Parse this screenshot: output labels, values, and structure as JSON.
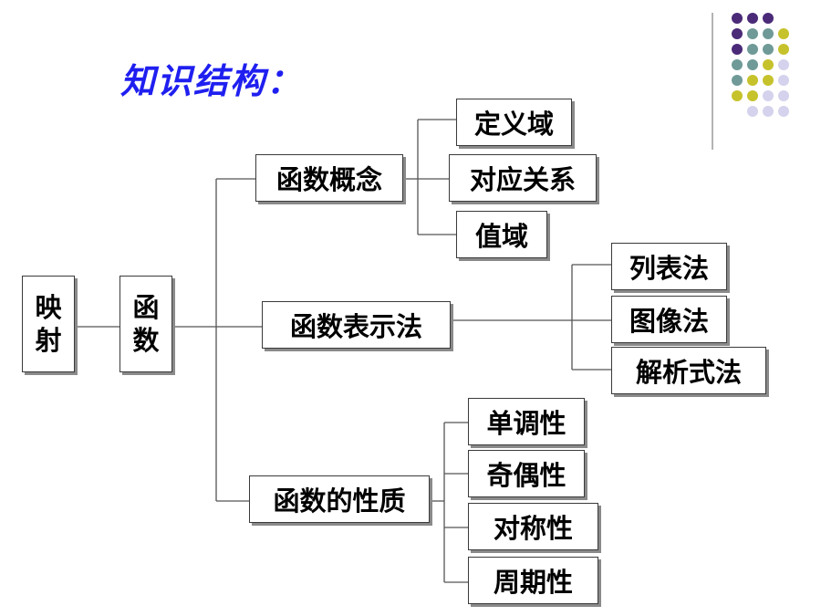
{
  "title": "知识结构：",
  "root": {
    "line1": "映",
    "line2": "射"
  },
  "hub": {
    "line1": "函",
    "line2": "数"
  },
  "branches": [
    {
      "label": "函数概念",
      "children": [
        "定义域",
        "对应关系",
        "值域"
      ]
    },
    {
      "label": "函数表示法",
      "children": [
        "列表法",
        "图像法",
        "解析式法"
      ]
    },
    {
      "label": "函数的性质",
      "children": [
        "单调性",
        "奇偶性",
        "对称性",
        "周期性"
      ]
    }
  ],
  "colors": {
    "title": "#1f1ff0",
    "purple": "#4b2a78",
    "teal": "#6f9a98",
    "yellow": "#c6c22c",
    "lavender": "#d4d2ec",
    "line": "#555555"
  }
}
